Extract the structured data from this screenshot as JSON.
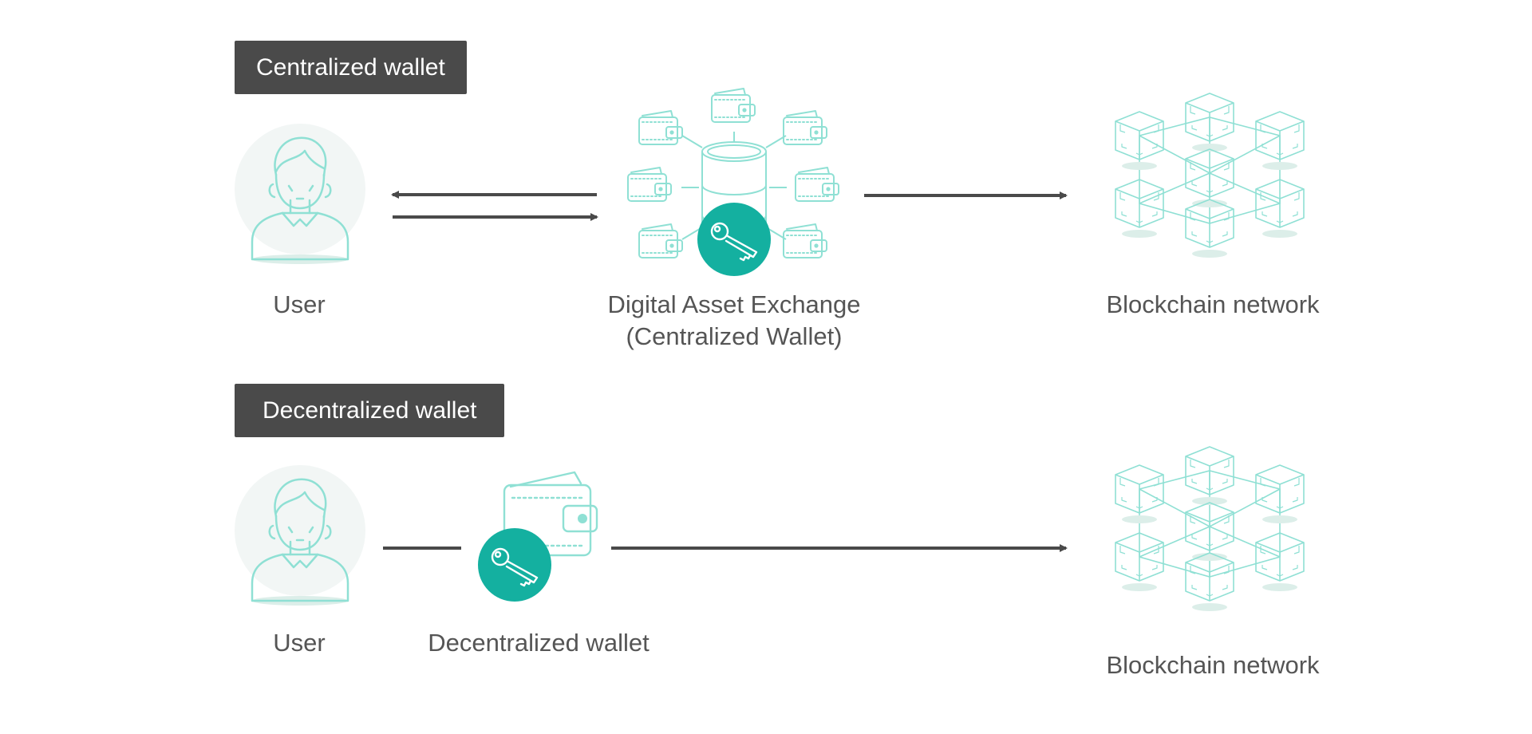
{
  "sections": {
    "centralized": {
      "badge": "Centralized wallet",
      "user_label": "User",
      "exchange_label_line1": "Digital Asset Exchange",
      "exchange_label_line2": "(Centralized Wallet)",
      "network_label": "Blockchain network"
    },
    "decentralized": {
      "badge": "Decentralized wallet",
      "user_label": "User",
      "wallet_label": "Decentralized wallet",
      "network_label": "Blockchain network"
    }
  },
  "colors": {
    "badge_bg": "#4a4a4a",
    "badge_text": "#ffffff",
    "label_text": "#555555",
    "accent": "#14b0a0",
    "icon_line": "#8fe0d4",
    "icon_fill_light": "#f2f6f5",
    "arrow": "#4a4a4a"
  },
  "icons": [
    "user-icon",
    "wallet-icon",
    "database-icon",
    "key-icon",
    "blockchain-network-icon",
    "arrow-icon"
  ]
}
